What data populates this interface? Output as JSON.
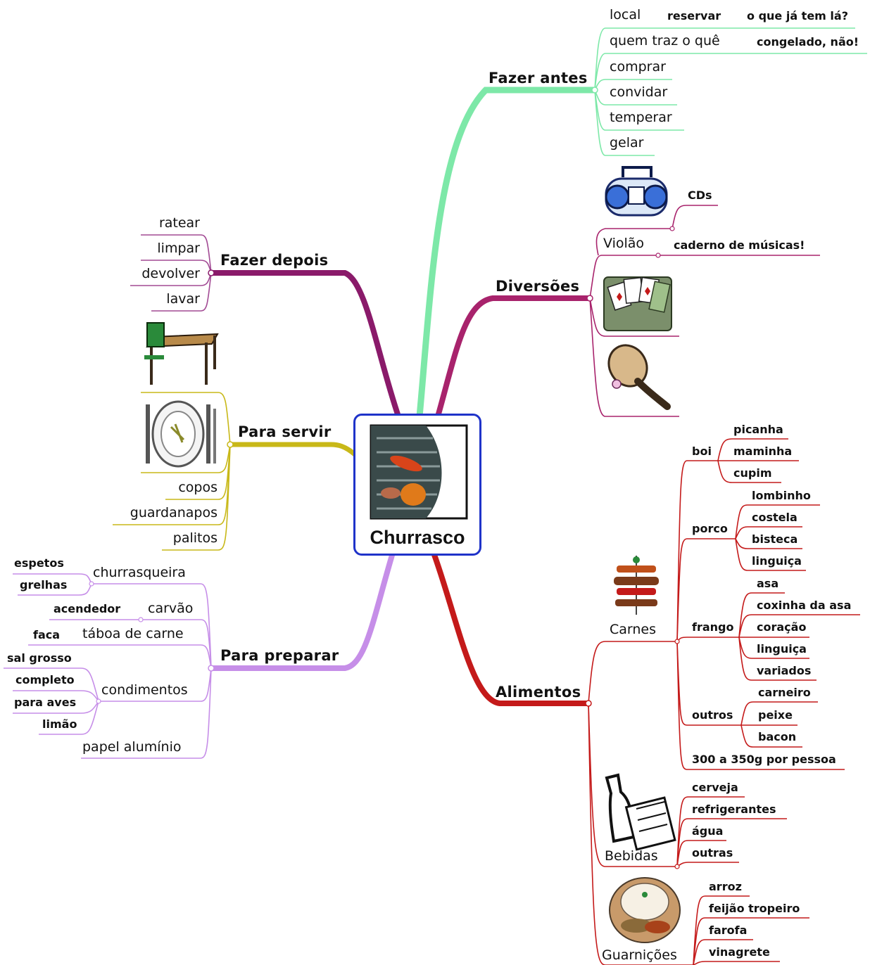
{
  "center": {
    "title": "Churrasco"
  },
  "fazer_antes": {
    "title": "Fazer antes",
    "local": "local",
    "reservar": "reservar",
    "o_que_ja_tem_la": "o que já tem lá?",
    "quem_traz": "quem traz o quê",
    "congelado": "congelado, não!",
    "comprar": "comprar",
    "convidar": "convidar",
    "temperar": "temperar",
    "gelar": "gelar"
  },
  "diversoes": {
    "title": "Diversões",
    "cds": "CDs",
    "violao": "Violão",
    "caderno": "caderno de músicas!",
    "icons": [
      "radio-icon",
      "playing-cards-icon",
      "paddle-ball-icon"
    ]
  },
  "fazer_depois": {
    "title": "Fazer depois",
    "items": [
      "ratear",
      "limpar",
      "devolver",
      "lavar"
    ]
  },
  "para_servir": {
    "title": "Para servir",
    "items": [
      "copos",
      "guardanapos",
      "palitos"
    ],
    "icons": [
      "table-icon",
      "plate-cutlery-icon"
    ]
  },
  "para_preparar": {
    "title": "Para preparar",
    "churrasqueira": "churrasqueira",
    "espetos": "espetos",
    "grelhas": "grelhas",
    "carvao": "carvão",
    "acendedor": "acendedor",
    "taboa": "táboa de carne",
    "faca": "faca",
    "condimentos": "condimentos",
    "sal_grosso": "sal grosso",
    "completo": "completo",
    "para_aves": "para aves",
    "limao": "limão",
    "papel": "papel alumínio"
  },
  "alimentos": {
    "title": "Alimentos",
    "carnes": "Carnes",
    "boi": "boi",
    "picanha": "picanha",
    "maminha": "maminha",
    "cupim": "cupim",
    "porco": "porco",
    "lombinho": "lombinho",
    "costela": "costela",
    "bisteca": "bisteca",
    "linguica_porco": "linguiça",
    "frango": "frango",
    "asa": "asa",
    "coxinha": "coxinha da asa",
    "coracao": "coração",
    "linguica_frango": "linguiça",
    "variados": "variados",
    "outros": "outros",
    "carneiro": "carneiro",
    "peixe": "peixe",
    "bacon": "bacon",
    "por_pessoa": "300 a 350g por pessoa",
    "bebidas": "Bebidas",
    "cerveja": "cerveja",
    "refrigerantes": "refrigerantes",
    "agua": "água",
    "outras": "outras",
    "guarnicoes": "Guarnições",
    "arroz": "arroz",
    "feijao": "feijão tropeiro",
    "farofa": "farofa",
    "vinagrete": "vinagrete",
    "icons": [
      "kebab-icon",
      "bottles-crate-icon",
      "food-platter-icon"
    ]
  },
  "colors": {
    "fazer_antes": "#7de8a8",
    "diversoes": "#a8236c",
    "fazer_depois": "#8a1a6a",
    "para_servir": "#c8b818",
    "para_preparar": "#c68ee8",
    "alimentos": "#c41a1a",
    "center_border": "#1f33c9"
  }
}
